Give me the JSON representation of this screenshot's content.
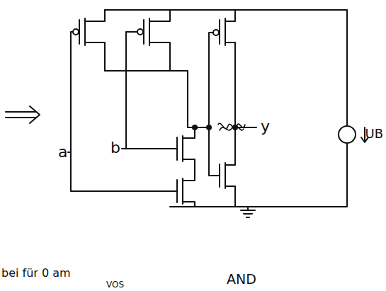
{
  "diagram": {
    "labels": [
      "a",
      "b",
      "y",
      "UB",
      "AND",
      "bei für 0 am",
      "VOS"
    ]
  }
}
